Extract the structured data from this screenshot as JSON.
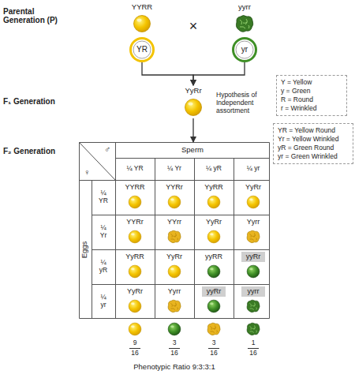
{
  "diagram": {
    "nodes": [
      {
        "text": [
          "YYRR"
        ]
      },
      {
        "text": [
          "yyrr"
        ]
      },
      {
        "text": [
          "YR"
        ]
      },
      {
        "text": [
          "yr"
        ]
      },
      {
        "text": [
          "YyRr"
        ]
      },
      {
        "text": [
          "Y = Yellow",
          "y = Green",
          "R = Round",
          "r = Wrinkled"
        ]
      },
      {
        "text": [
          "Sperm",
          "Eggs"
        ]
      },
      {
        "text": [
          "YR = Yellow Round",
          "Yr = Yellow Wrinkled",
          "yR = Green Round",
          "yr = Green Wrinkled"
        ]
      }
    ],
    "edges": [
      {
        "from": 2,
        "to": 4,
        "arrow": "to"
      },
      {
        "from": 3,
        "to": 4,
        "arrow": "to"
      },
      {
        "from": 4,
        "to": 6,
        "arrow": "to"
      }
    ],
    "labels": [
      "Parental Generation (P)",
      "×",
      "F₁ Generation",
      "Hypothesis of Independent assortment",
      "F₂ Generation",
      "♂",
      "♀",
      "¼ YR",
      "¼ Yr",
      "¼ yR",
      "¼ yr",
      "¼ YR",
      "¼ Yr",
      "¼ yR",
      "¼ yr",
      "YYRR",
      "YYRr",
      "YyRR",
      "YyRr",
      "YYRr",
      "YYrr",
      "YyRr",
      "Yyrr",
      "YyRR",
      "YyRr",
      "yyRR",
      "yyRr",
      "YyRr",
      "Yyrr",
      "yyRr",
      "yyrr",
      "9",
      "16",
      "3",
      "16",
      "3",
      "16",
      "1",
      "16",
      "Phenotypic Ratio 9:3:3:1"
    ]
  }
}
